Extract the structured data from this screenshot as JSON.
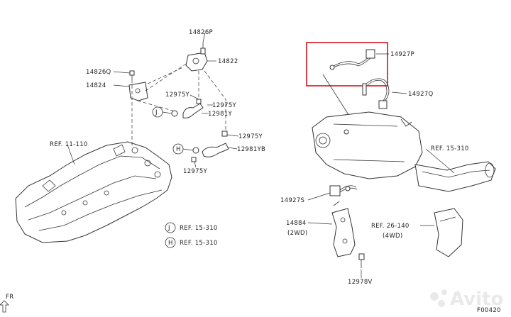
{
  "labels": {
    "p14826P": "14826P",
    "p14822": "14822",
    "p14826Q": "14826Q",
    "p14824": "14824",
    "p12975Y_a": "12975Y",
    "p12975Y_b": "12975Y",
    "p12981Y": "12981Y",
    "p12975Y_c": "12975Y",
    "p12981YB": "12981YB",
    "p12975Y_d": "12975Y",
    "ref11110": "REF. 11-110",
    "refJ": "REF. 15-310",
    "refH": "REF. 15-310",
    "p14927P": "14927P",
    "p14927Q": "14927Q",
    "ref15310": "REF. 15-310",
    "p14927S": "14927S",
    "p14884": "14884",
    "p14884_note": "(2WD)",
    "ref26140": "REF. 26-140",
    "ref26140_note": "(4WD)",
    "p12978V": "12978V",
    "fig_code": "F00420",
    "fr": "FR",
    "callout_J": "J",
    "callout_H": "H",
    "legend_J": "J",
    "legend_H": "H",
    "watermark": "Avito"
  },
  "colors": {
    "highlight": "#d0141c",
    "line": "#333333"
  }
}
